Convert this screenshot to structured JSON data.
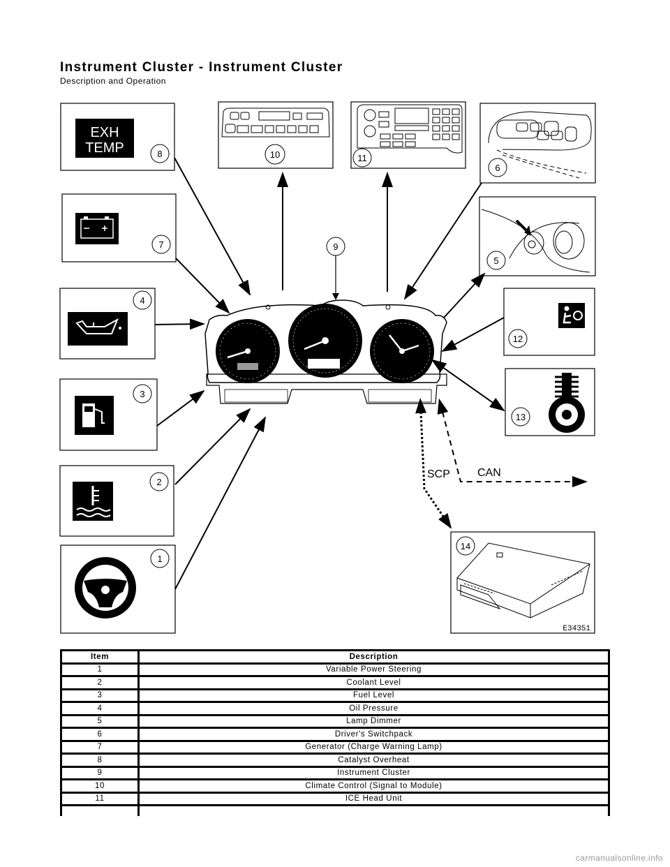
{
  "header": {
    "title": "Instrument Cluster - Instrument Cluster",
    "subtitle": "Description and Operation"
  },
  "figure": {
    "callouts": [
      "1",
      "2",
      "3",
      "4",
      "5",
      "6",
      "7",
      "8",
      "9",
      "10",
      "11",
      "12",
      "13",
      "14"
    ],
    "exh_temp_line1": "EXH",
    "exh_temp_line2": "TEMP",
    "bus_scp": "SCP",
    "bus_can": "CAN",
    "figure_code": "E34351"
  },
  "table": {
    "headers": [
      "Item",
      "Description"
    ],
    "rows": [
      {
        "item": "1",
        "description": "Variable Power Steering"
      },
      {
        "item": "2",
        "description": "Coolant Level"
      },
      {
        "item": "3",
        "description": "Fuel Level"
      },
      {
        "item": "4",
        "description": "Oil Pressure"
      },
      {
        "item": "5",
        "description": "Lamp Dimmer"
      },
      {
        "item": "6",
        "description": "Driver's Switchpack"
      },
      {
        "item": "7",
        "description": "Generator (Charge Warning Lamp)"
      },
      {
        "item": "8",
        "description": "Catalyst Overheat"
      },
      {
        "item": "9",
        "description": "Instrument Cluster"
      },
      {
        "item": "10",
        "description": "Climate Control (Signal to Module)"
      },
      {
        "item": "11",
        "description": "ICE Head Unit"
      }
    ]
  },
  "watermark": "carmanualsonline.info"
}
